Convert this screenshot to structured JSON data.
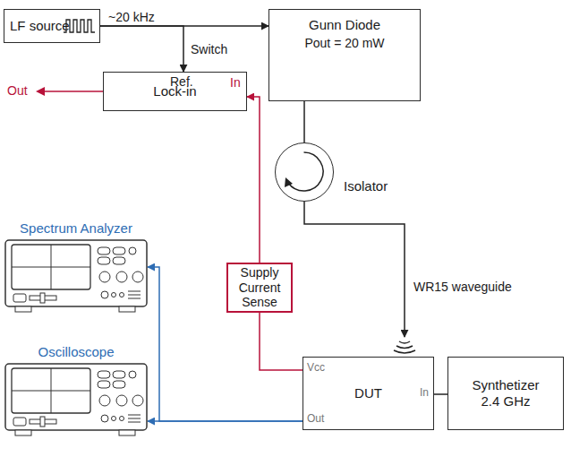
{
  "diagram": {
    "nodes": [
      {
        "text": [
          "LF source"
        ]
      },
      {
        "text": [
          "Gunn Diode",
          "Pout = 20 mW"
        ]
      },
      {
        "text": [
          "Lock-in"
        ]
      },
      {
        "text": [
          "Isolator"
        ]
      },
      {
        "text": [
          "Spectrum Analyzer"
        ]
      },
      {
        "text": [
          "Oscilloscope"
        ]
      },
      {
        "text": [
          "Supply Current Sense"
        ]
      },
      {
        "text": [
          "DUT"
        ]
      },
      {
        "text": [
          "Synthetizer",
          "2.4 GHz"
        ]
      }
    ],
    "edges": [
      {
        "from": 0,
        "to": 1,
        "arrow": "to",
        "label": "~20 kHz"
      },
      {
        "from": 0,
        "to": 2,
        "arrow": "to",
        "label": "Switch"
      },
      {
        "from": 1,
        "to": 3,
        "arrow": "none"
      },
      {
        "from": 3,
        "to": 7,
        "arrow": "to",
        "label": "WR15 waveguide"
      },
      {
        "from": 6,
        "to": 2,
        "arrow": "to"
      },
      {
        "from": 7,
        "to": 6,
        "arrow": "none"
      },
      {
        "from": 7,
        "to": 4,
        "arrow": "to"
      },
      {
        "from": 7,
        "to": 5,
        "arrow": "to"
      },
      {
        "from": 8,
        "to": 7,
        "arrow": "none"
      }
    ],
    "labels": [
      "Ref.",
      "In",
      "Out",
      "Vcc",
      "In",
      "Out"
    ]
  }
}
